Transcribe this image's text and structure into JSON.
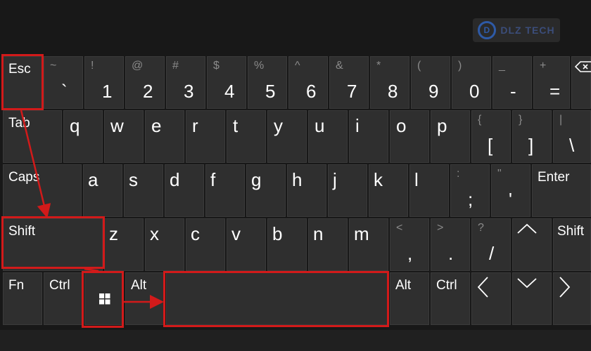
{
  "watermark": {
    "brand": "DLZ TECH",
    "logo_letter": "D"
  },
  "colors": {
    "background": "#181818",
    "key": "#2f2f2f",
    "highlight": "#d21a1a",
    "secondary_text": "#8a8a8a"
  },
  "rows": {
    "numbers": [
      {
        "sym": "",
        "main": "Esc"
      },
      {
        "sym": "~",
        "main": "`"
      },
      {
        "sym": "!",
        "main": "1"
      },
      {
        "sym": "@",
        "main": "2"
      },
      {
        "sym": "#",
        "main": "3"
      },
      {
        "sym": "$",
        "main": "4"
      },
      {
        "sym": "%",
        "main": "5"
      },
      {
        "sym": "^",
        "main": "6"
      },
      {
        "sym": "&",
        "main": "7"
      },
      {
        "sym": "*",
        "main": "8"
      },
      {
        "sym": "(",
        "main": "9"
      },
      {
        "sym": ")",
        "main": "0"
      },
      {
        "sym": "_",
        "main": "-"
      },
      {
        "sym": "+",
        "main": "="
      },
      {
        "sym": "",
        "main": "backspace-icon"
      }
    ],
    "top": [
      {
        "sym": "",
        "main": "Tab"
      },
      {
        "sym": "",
        "main": "q"
      },
      {
        "sym": "",
        "main": "w"
      },
      {
        "sym": "",
        "main": "e"
      },
      {
        "sym": "",
        "main": "r"
      },
      {
        "sym": "",
        "main": "t"
      },
      {
        "sym": "",
        "main": "y"
      },
      {
        "sym": "",
        "main": "u"
      },
      {
        "sym": "",
        "main": "i"
      },
      {
        "sym": "",
        "main": "o"
      },
      {
        "sym": "",
        "main": "p"
      },
      {
        "sym": "{",
        "main": "["
      },
      {
        "sym": "}",
        "main": "]"
      },
      {
        "sym": "|",
        "main": "\\"
      }
    ],
    "home": [
      {
        "sym": "",
        "main": "Caps"
      },
      {
        "sym": "",
        "main": "a"
      },
      {
        "sym": "",
        "main": "s"
      },
      {
        "sym": "",
        "main": "d"
      },
      {
        "sym": "",
        "main": "f"
      },
      {
        "sym": "",
        "main": "g"
      },
      {
        "sym": "",
        "main": "h"
      },
      {
        "sym": "",
        "main": "j"
      },
      {
        "sym": "",
        "main": "k"
      },
      {
        "sym": "",
        "main": "l"
      },
      {
        "sym": ":",
        "main": ";"
      },
      {
        "sym": "\"",
        "main": "'"
      },
      {
        "sym": "",
        "main": "Enter"
      }
    ],
    "shift": [
      {
        "sym": "",
        "main": "Shift"
      },
      {
        "sym": "",
        "main": "z"
      },
      {
        "sym": "",
        "main": "x"
      },
      {
        "sym": "",
        "main": "c"
      },
      {
        "sym": "",
        "main": "v"
      },
      {
        "sym": "",
        "main": "b"
      },
      {
        "sym": "",
        "main": "n"
      },
      {
        "sym": "",
        "main": "m"
      },
      {
        "sym": "<",
        "main": ","
      },
      {
        "sym": ">",
        "main": "."
      },
      {
        "sym": "?",
        "main": "/"
      },
      {
        "sym": "",
        "main": "up-arrow-icon"
      },
      {
        "sym": "",
        "main": "Shift"
      }
    ],
    "bottom": [
      {
        "sym": "",
        "main": "Fn"
      },
      {
        "sym": "",
        "main": "Ctrl"
      },
      {
        "sym": "",
        "main": "windows-icon"
      },
      {
        "sym": "",
        "main": "Alt"
      },
      {
        "sym": "",
        "main": ""
      },
      {
        "sym": "",
        "main": "Alt"
      },
      {
        "sym": "",
        "main": "Ctrl"
      },
      {
        "sym": "",
        "main": "left-arrow-icon"
      },
      {
        "sym": "",
        "main": "down-arrow-icon"
      },
      {
        "sym": "",
        "main": "right-arrow-icon"
      }
    ]
  },
  "highlights": [
    "esc",
    "left-shift",
    "windows",
    "space"
  ]
}
